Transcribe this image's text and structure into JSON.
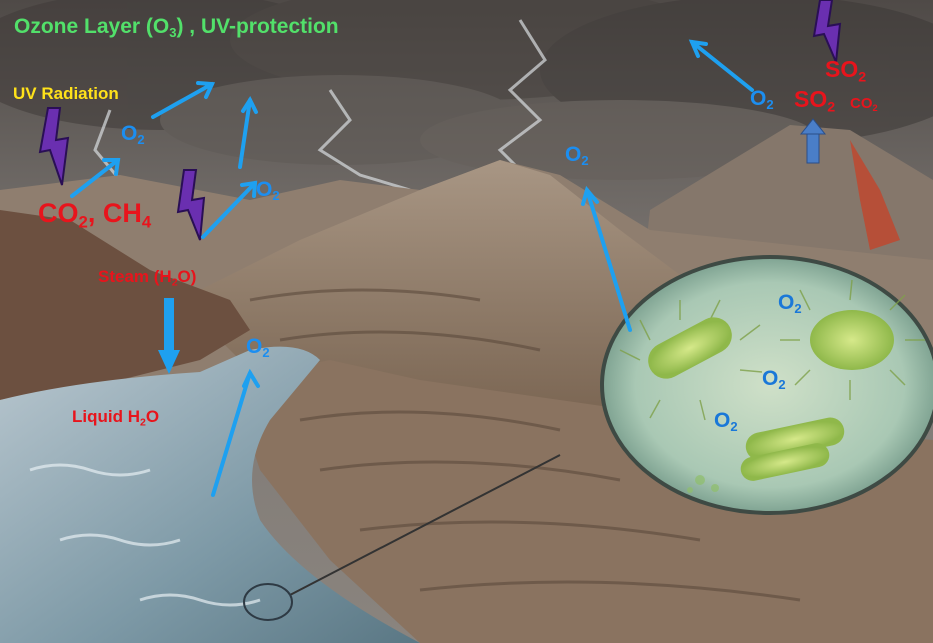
{
  "labels": {
    "ozone_layer": {
      "main": "Ozone Layer (O",
      "sub": "3",
      "tail": ") , UV-protection"
    },
    "uv_radiation": "UV Radiation",
    "o2_main": "O",
    "o2_sub": "2",
    "co2_ch4": {
      "a": "CO",
      "a_sub": "2",
      "sep": ", CH",
      "b_sub": "4"
    },
    "steam": {
      "main": "Steam (H",
      "sub": "2",
      "tail": "O)"
    },
    "liquid_water": {
      "main": "Liquid H",
      "sub": "2",
      "tail": "O"
    },
    "so2": {
      "main": "SO",
      "sub": "2"
    },
    "co2": {
      "main": "CO",
      "sub": "2"
    }
  },
  "colors": {
    "ozone_text": "#52e06a",
    "uv_text": "#ffe21a",
    "gas_text": "#e8141c",
    "oxygen_text": "#1c8ef0",
    "arrow": "#1ea0f0",
    "lightning": "#6a2fb0",
    "microbe": "#9ed05a"
  },
  "icons": {
    "lightning": "lightning-bolt-icon",
    "arrow": "arrow-icon",
    "microbe": "bacteria-icon"
  }
}
